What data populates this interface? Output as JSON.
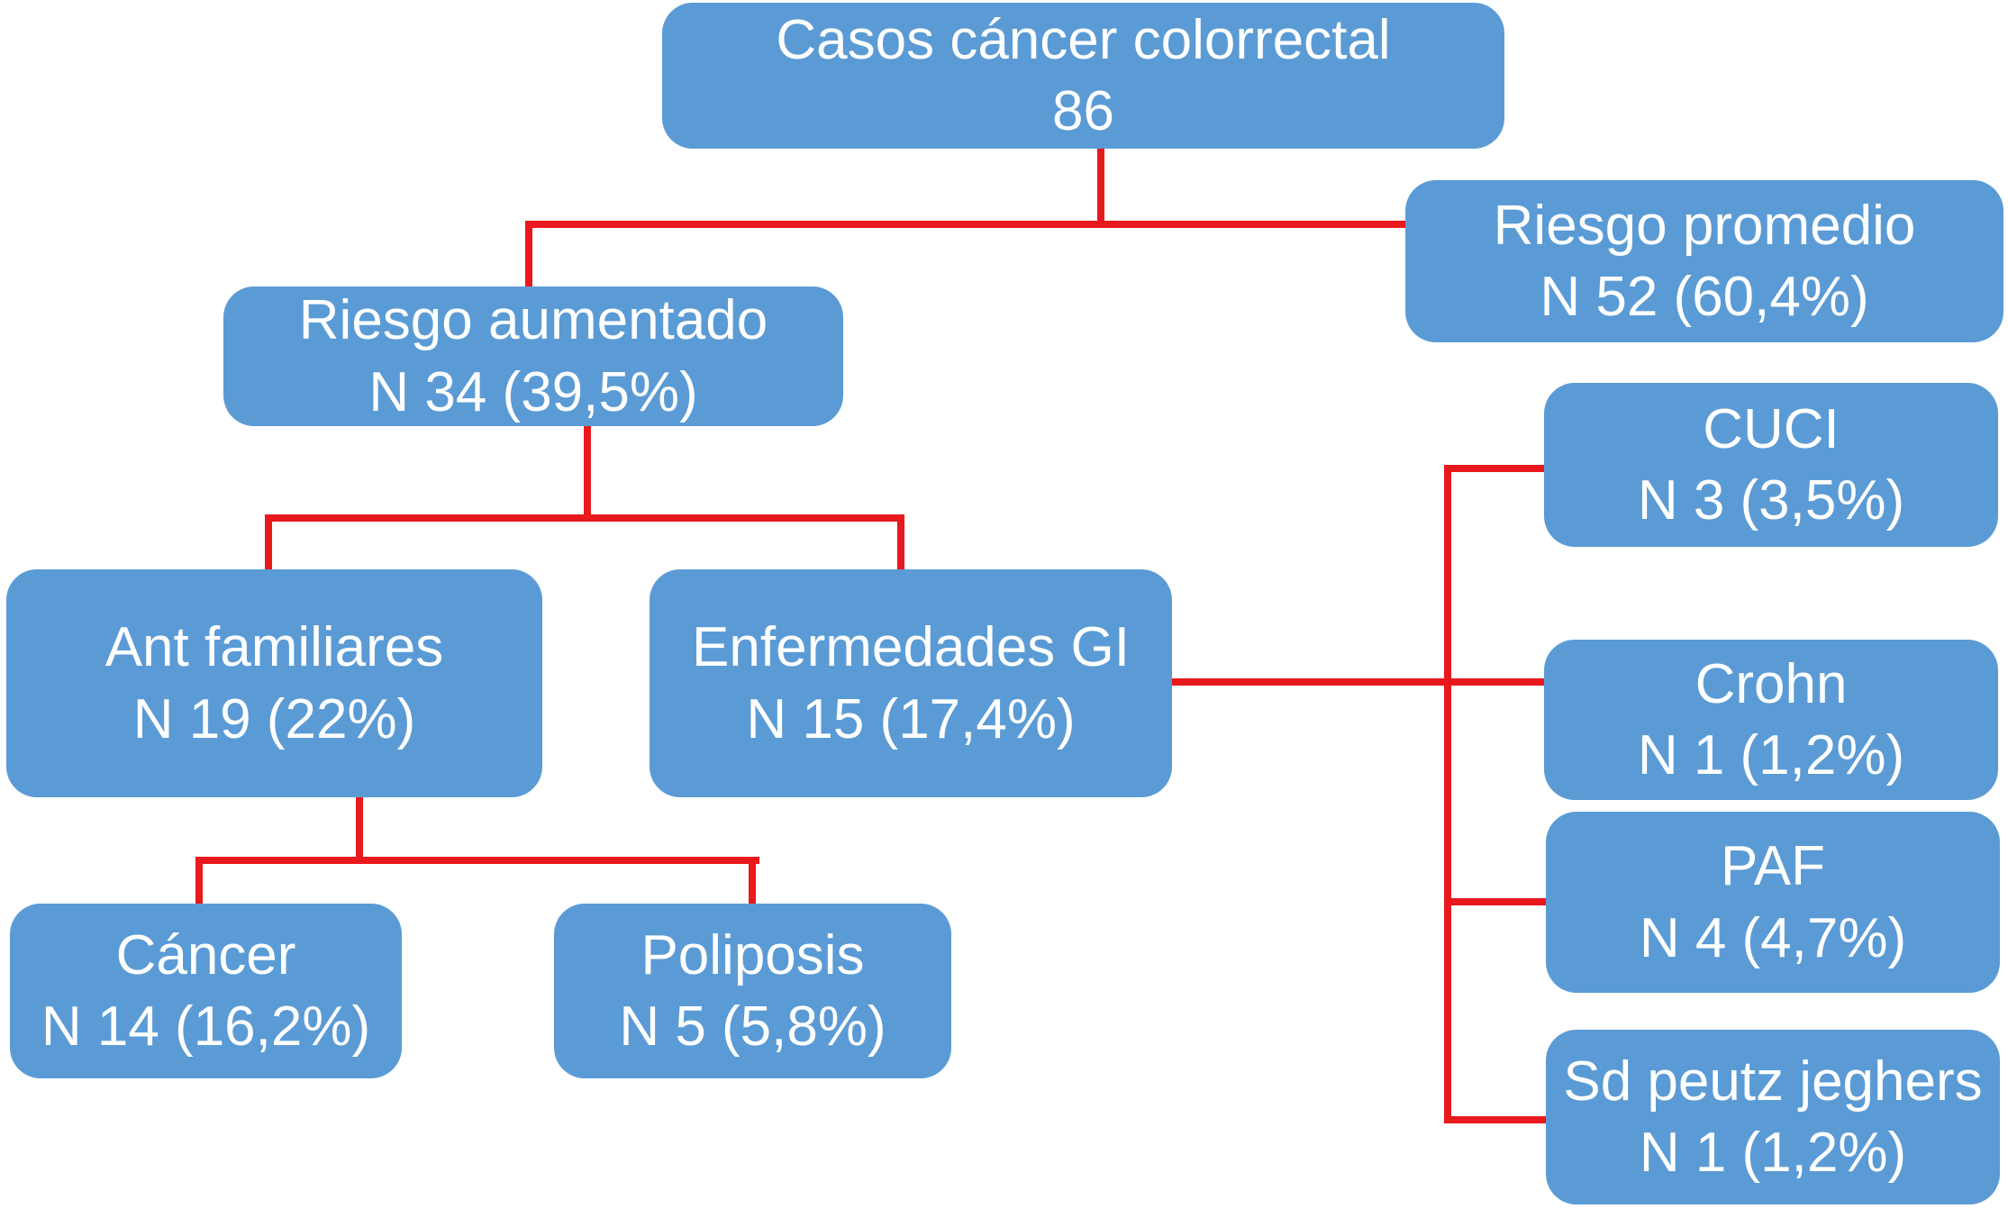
{
  "diagram": {
    "nodes": {
      "casos": {
        "label": "Casos cáncer colorrectal",
        "value": "86"
      },
      "promedio": {
        "label": "Riesgo promedio",
        "value": "N 52 (60,4%)"
      },
      "aumentado": {
        "label": "Riesgo aumentado",
        "value": "N 34 (39,5%)"
      },
      "ant_familiares": {
        "label": "Ant familiares",
        "value": "N 19 (22%)"
      },
      "enfermedades_gi": {
        "label": "Enfermedades GI",
        "value": "N 15 (17,4%)"
      },
      "cancer": {
        "label": "Cáncer",
        "value": "N 14 (16,2%)"
      },
      "poliposis": {
        "label": "Poliposis",
        "value": "N 5 (5,8%)"
      },
      "cuci": {
        "label": "CUCI",
        "value": "N 3 (3,5%)"
      },
      "crohn": {
        "label": "Crohn",
        "value": "N 1 (1,2%)"
      },
      "paf": {
        "label": "PAF",
        "value": "N 4 (4,7%)"
      },
      "peutz_jeghers": {
        "label": "Sd peutz jeghers",
        "value": "N 1 (1,2%)"
      }
    },
    "colors": {
      "node_fill": "#5b9bd5",
      "node_text": "#ffffff",
      "connector": "#e8191d",
      "background": "#ffffff"
    }
  }
}
